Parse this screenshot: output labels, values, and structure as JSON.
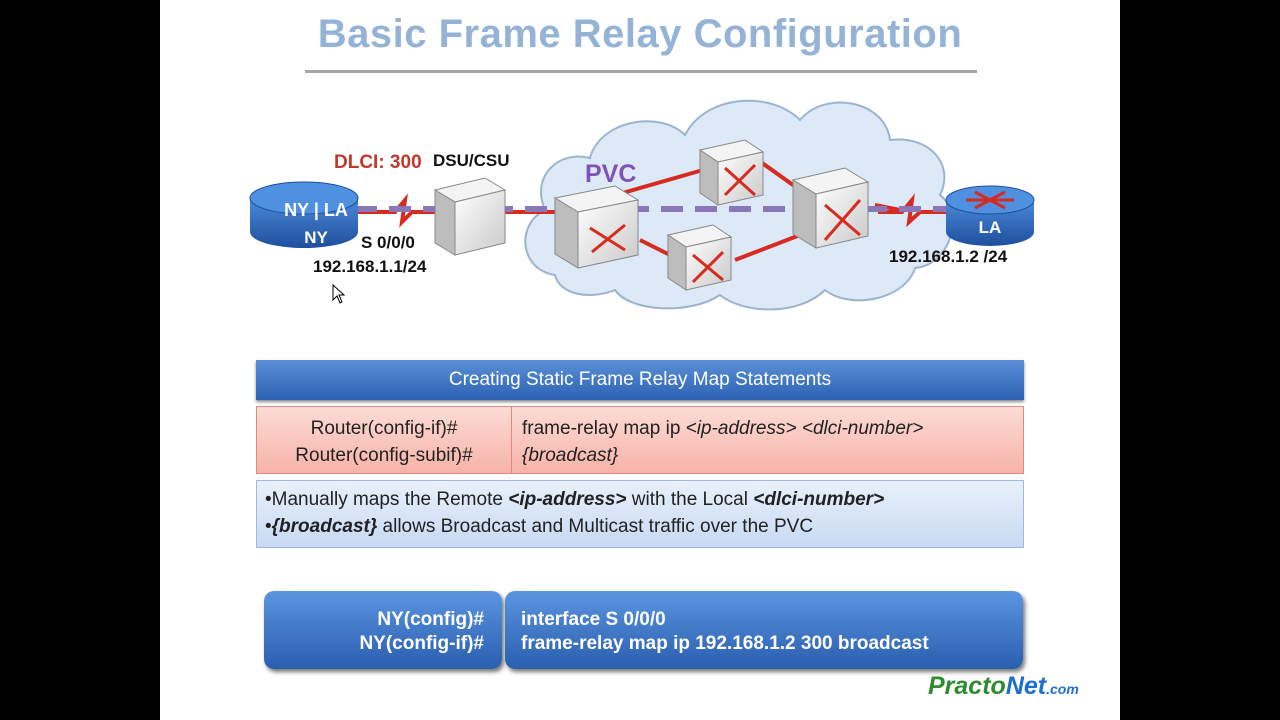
{
  "title": "Basic Frame Relay Configuration",
  "diagram": {
    "dlci_label": "DLCI: 300",
    "dsu_label": "DSU/CSU",
    "pvc_label": "PVC",
    "ny_router": {
      "top_text": "NY | LA",
      "bottom_text": "NY"
    },
    "ny_interface": "S 0/0/0",
    "ny_ip": "192.168.1.1/24",
    "la_router": {
      "name": "LA"
    },
    "la_ip": "192.168.1.2 /24",
    "colors": {
      "link": "#d62b1e",
      "pvc": "#8a76b8",
      "router": "#2f6fc2",
      "cloud": "#dde9f6"
    }
  },
  "map_table": {
    "header": "Creating Static Frame Relay Map Statements",
    "prompt_1": "Router(config-if)#",
    "prompt_2": "Router(config-subif)#",
    "syntax_cmd": "frame-relay map ip ",
    "syntax_ip": "<ip-address>",
    "syntax_dlci": "<dlci-number>",
    "syntax_broadcast": "{broadcast}"
  },
  "notes": {
    "line1_prefix": "•Manually maps the Remote ",
    "line1_ip": "<ip-address>",
    "line1_mid": " with the Local ",
    "line1_dlci": "<dlci-number>",
    "line2_bullet": "•",
    "line2_broadcast": "{broadcast}",
    "line2_rest": " allows Broadcast and Multicast traffic over the PVC"
  },
  "commands": {
    "prompt_1": "NY(config)#",
    "prompt_2": "NY(config-if)#",
    "line_1": "interface S 0/0/0",
    "line_2": "frame-relay map ip 192.168.1.2 300 broadcast"
  },
  "logo": {
    "part1": "Practo",
    "part2": "Net",
    "part3": ".com"
  }
}
